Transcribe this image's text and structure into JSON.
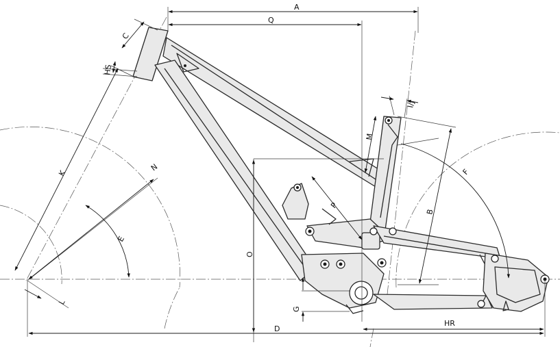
{
  "labels": {
    "A": "A",
    "Q": "Q",
    "C": "C",
    "HS": "HS",
    "IJ": "I/J",
    "M": "M",
    "K": "K",
    "N": "N",
    "F": "F",
    "E": "E",
    "P": "P",
    "B": "B",
    "O": "O",
    "L": "L",
    "G": "G",
    "D": "D",
    "HR": "HR"
  },
  "colors": {
    "line": "#2a2a2a",
    "tube_fill": "#e9e9e9",
    "background": "#ffffff"
  }
}
